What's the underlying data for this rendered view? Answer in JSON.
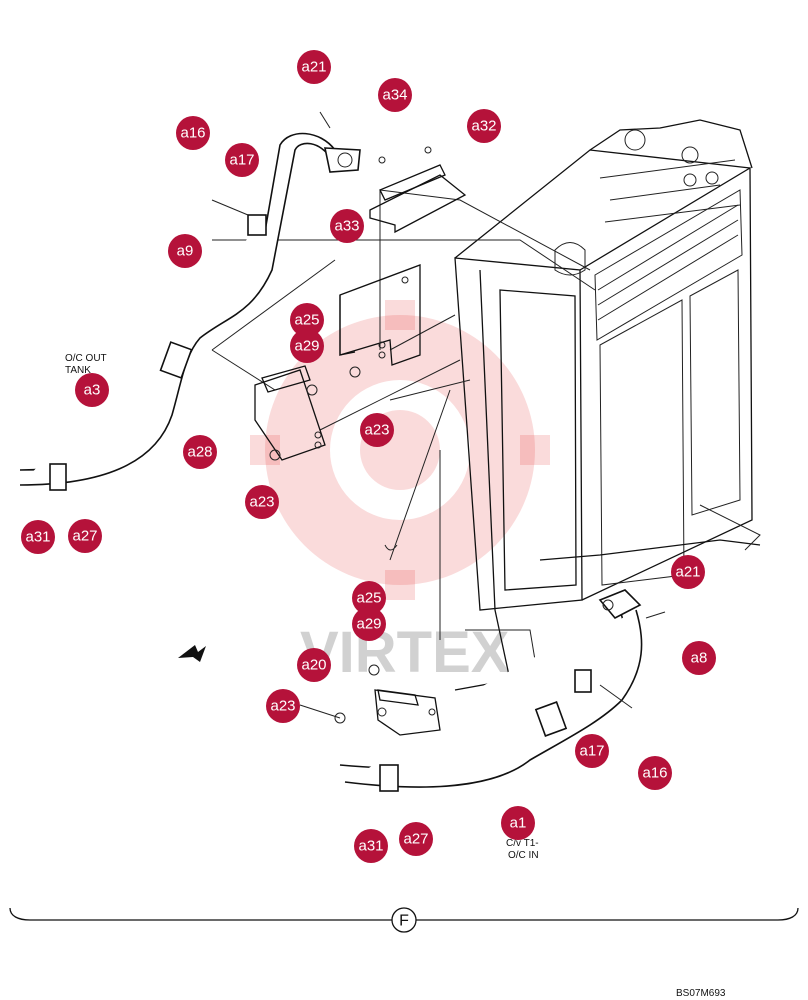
{
  "callouts": [
    {
      "id": "a21-top",
      "label": "a21"
    },
    {
      "id": "a34",
      "label": "a34"
    },
    {
      "id": "a32",
      "label": "a32"
    },
    {
      "id": "a16-top",
      "label": "a16"
    },
    {
      "id": "a17-top",
      "label": "a17"
    },
    {
      "id": "a33",
      "label": "a33"
    },
    {
      "id": "a9",
      "label": "a9"
    },
    {
      "id": "a25-top",
      "label": "a25"
    },
    {
      "id": "a29-top",
      "label": "a29"
    },
    {
      "id": "a3",
      "label": "a3"
    },
    {
      "id": "a23-mid",
      "label": "a23"
    },
    {
      "id": "a28",
      "label": "a28"
    },
    {
      "id": "a23-left",
      "label": "a23"
    },
    {
      "id": "a31-top",
      "label": "a31"
    },
    {
      "id": "a27-top",
      "label": "a27"
    },
    {
      "id": "a21-bot",
      "label": "a21"
    },
    {
      "id": "a25-bot",
      "label": "a25"
    },
    {
      "id": "a29-bot",
      "label": "a29"
    },
    {
      "id": "a8",
      "label": "a8"
    },
    {
      "id": "a20",
      "label": "a20"
    },
    {
      "id": "a23-bot",
      "label": "a23"
    },
    {
      "id": "a17-bot",
      "label": "a17"
    },
    {
      "id": "a16-bot",
      "label": "a16"
    },
    {
      "id": "a1",
      "label": "a1"
    },
    {
      "id": "a31-bot",
      "label": "a31"
    },
    {
      "id": "a27-bot",
      "label": "a27"
    }
  ],
  "notes": {
    "oc_out_line1": "O/C OUT",
    "oc_out_line2": "TANK",
    "cv_line1": "C/v T1-",
    "cv_line2": "O/C IN"
  },
  "view_label": "F",
  "drawing_code": "BS07M693",
  "watermark": "VIRTEX",
  "colors": {
    "callout": "#b5123a",
    "watermark": "#e23a3a",
    "line": "#111111"
  }
}
